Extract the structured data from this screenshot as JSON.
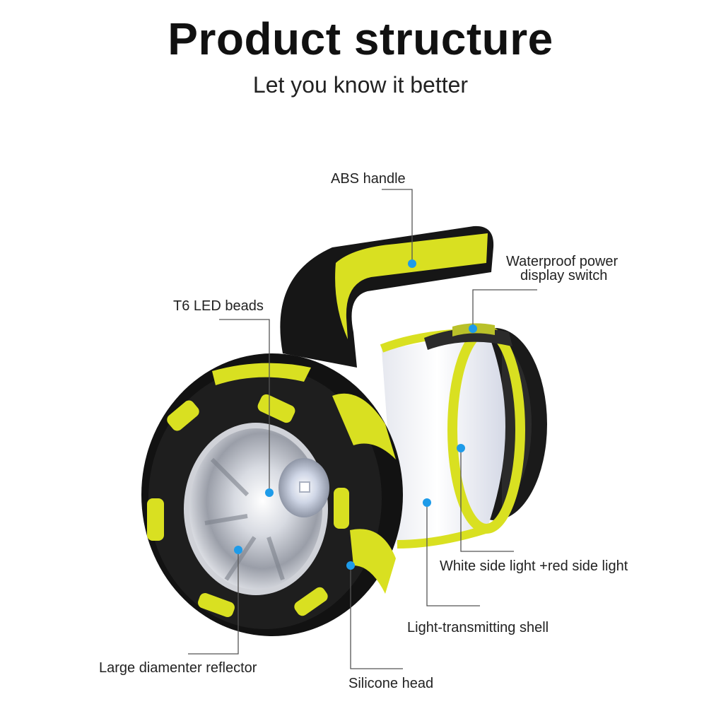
{
  "header": {
    "title": "Product structure",
    "subtitle": "Let you know it better"
  },
  "callouts": {
    "abs_handle": "ABS handle",
    "waterproof_switch_line1": "Waterproof power",
    "waterproof_switch_line2": "display switch",
    "t6_led": "T6 LED beads",
    "white_red_light": "White side light +red side light",
    "light_shell": "Light-transmitting shell",
    "reflector": "Large diamenter reflector",
    "silicone_head": "Silicone head"
  },
  "colors": {
    "accent_yellow": "#d9e021",
    "body_black": "#141414",
    "marker_blue": "#1e9be9",
    "leader_line": "#555555"
  }
}
